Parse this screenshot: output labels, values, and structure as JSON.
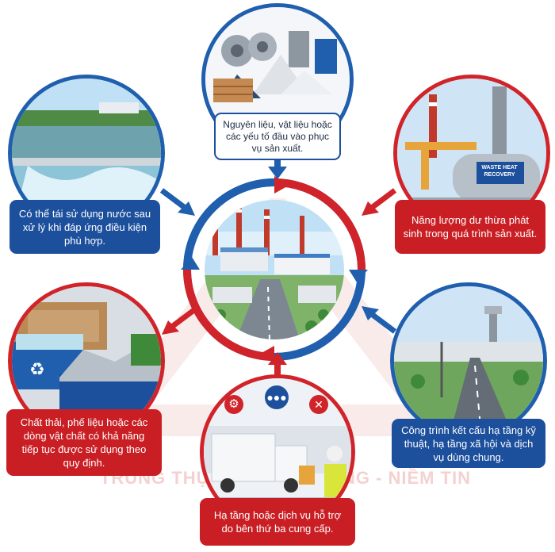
{
  "center": {
    "icon": "factory-park-icon"
  },
  "watermark": "TRUNG THỰC - CHẤT LƯỢNG - NIỀM TIN",
  "nodes": {
    "top": {
      "icon": "raw-materials-icon",
      "text": "Nguyên liệu, vật liệu hoặc các yếu tố đầu vào phục vụ sản xuất."
    },
    "top_right": {
      "icon": "waste-heat-plant-icon",
      "sign": "WASTE HEAT RECOVERY",
      "text": "Năng lượng dư thừa phát sinh trong quá trình sản xuất."
    },
    "right": {
      "icon": "infrastructure-road-icon",
      "text": "Công trình kết cấu hạ tầng kỹ thuật, hạ tầng xã hội và dịch vụ dùng chung."
    },
    "bottom": {
      "icon": "logistics-truck-icon",
      "text": "Hạ tầng hoặc dịch vụ hỗ trợ do bên thứ ba cung cấp."
    },
    "left": {
      "icon": "scrap-recycling-icon",
      "text": "Chất thải, phế liệu hoặc các dòng vật chất có khả năng tiếp tục được sử dụng theo quy định."
    },
    "top_left": {
      "icon": "water-treatment-icon",
      "text": "Có thể tái sử dụng nước sau xử lý khi đáp ứng điều kiện phù hợp."
    }
  },
  "colors": {
    "blue": "#1c4f9c",
    "red": "#c91f24"
  }
}
